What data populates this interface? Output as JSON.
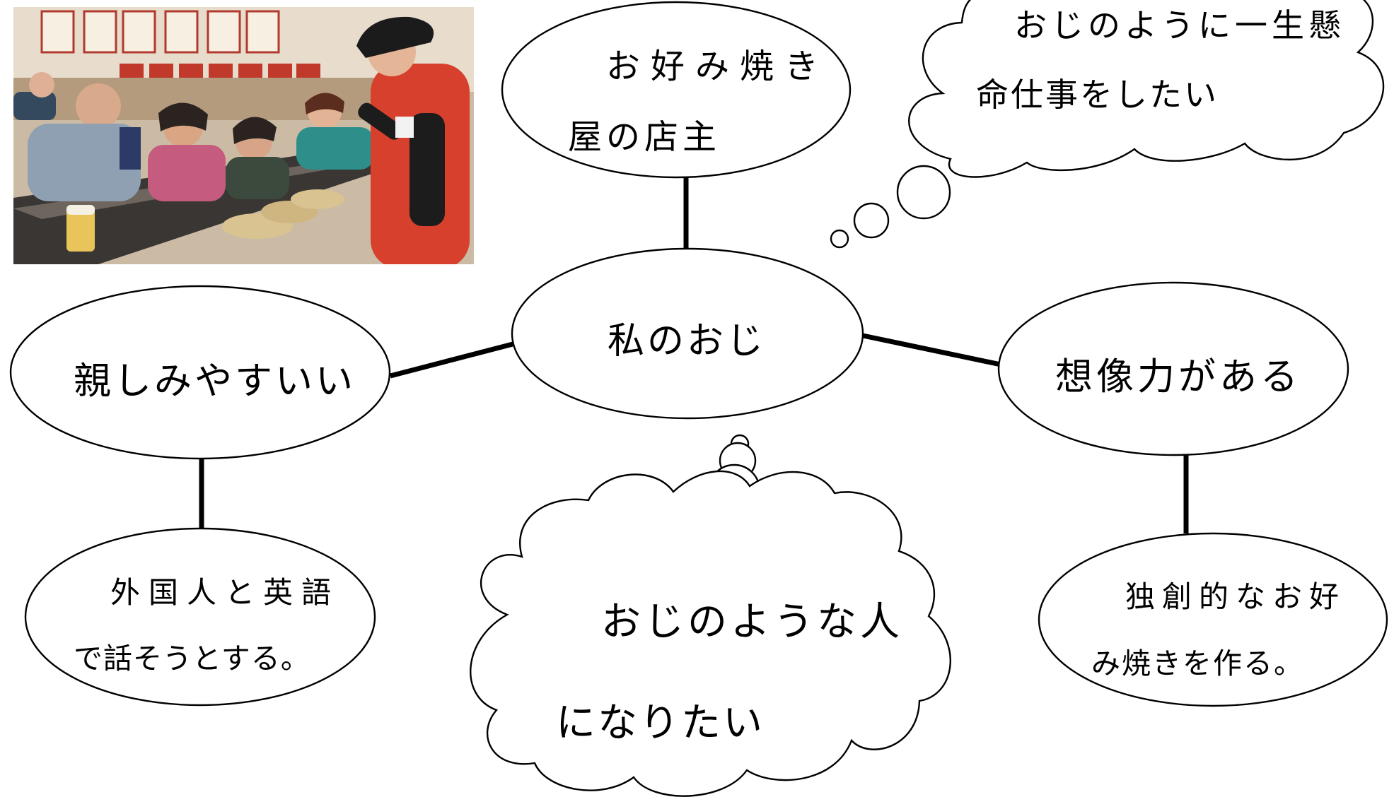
{
  "diagram": {
    "center": {
      "label": "私のおじ"
    },
    "job": {
      "line1": "お好み焼き",
      "line2": "屋の店主"
    },
    "friendly": {
      "label": "親しみやすいい"
    },
    "imaginative": {
      "label": "想像力がある"
    },
    "foreigners": {
      "line1": "外国人と英語",
      "line2": "で話そうとする。"
    },
    "original": {
      "line1": "独創的なお好",
      "line2": "み焼きを作る。"
    },
    "thought_top": {
      "line1": "おじのように一生懸",
      "line2": "命仕事をしたい"
    },
    "thought_bottom": {
      "line1": "おじのような人",
      "line2": "になりたい"
    }
  },
  "colors": {
    "stroke": "#000000",
    "fill": "#ffffff"
  }
}
